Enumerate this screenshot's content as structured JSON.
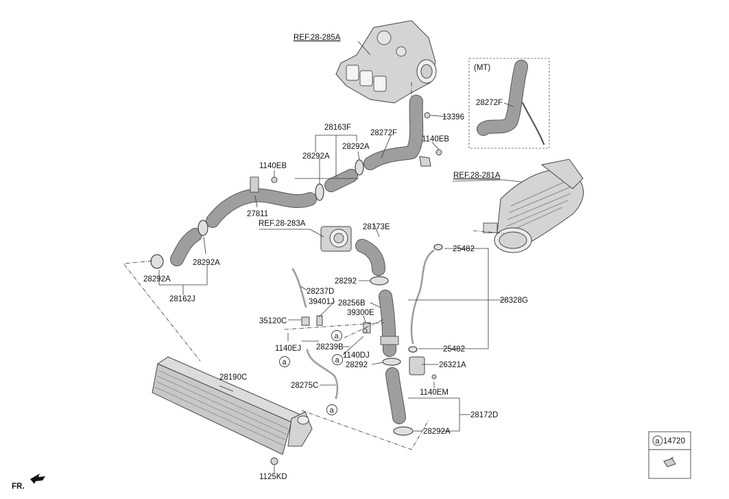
{
  "refs": {
    "turbo": "REF.28-285A",
    "airfilter": "REF.28-281A",
    "throttle": "REF.28-283A"
  },
  "labels": {
    "p13396": "13396",
    "p28272F_top": "28272F",
    "p1140EB_right": "1140EB",
    "p28163F": "28163F",
    "p28292A_b": "28292A",
    "p28292A_c": "28292A",
    "p1140EB_left": "1140EB",
    "p27811": "27811",
    "p28173E": "28173E",
    "p28292A_d": "28292A",
    "p28292A_e": "28292A",
    "p28162J": "28162J",
    "p28237D": "28237D",
    "p28292_a": "28292",
    "p39401J": "39401J",
    "p28256B": "28256B",
    "p39300E": "39300E",
    "p35120C": "35120C",
    "p25482_a": "25482",
    "p28328G": "28328G",
    "p25482_b": "25482",
    "p1140EJ": "1140EJ",
    "p28239B": "28239B",
    "p1140DJ": "1140DJ",
    "p28292_b": "28292",
    "p26321A": "26321A",
    "p28190C": "28190C",
    "p28275C": "28275C",
    "p1140EM": "1140EM",
    "p28172D": "28172D",
    "p28292A_f": "28292A",
    "p1125KD": "1125KD"
  },
  "mt_box": {
    "title": "(MT)",
    "part": "28272F"
  },
  "callout": {
    "marker": "a",
    "part": "14720"
  },
  "orientation": "FR."
}
